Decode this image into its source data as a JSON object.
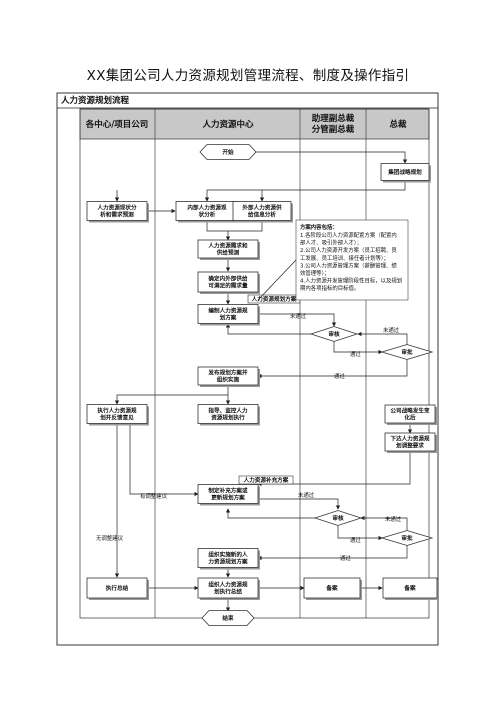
{
  "page_title": "XX集团公司人力资源规划管理流程、制度及操作指引",
  "section_title": "人力资源规划流程",
  "lanes": [
    "各中心/项目公司",
    "人力资源中心",
    "助理副总裁\n分管副总裁",
    "总裁"
  ],
  "nodes": {
    "start": "开始",
    "group_strategy": "集团战略规划",
    "center_analysis": "人力资源现状分\n析和需求预测",
    "internal_analysis": "内部人力资源现\n状分析",
    "external_analysis": "外部人力资源供\n给信息分析",
    "demand_forecast": "人力资源需求和\n供给预测",
    "determine_needs": "确定内外部供给\n可满足的需求量",
    "draft_plan": "编制人力资源规\n划方案",
    "plan_label": "人力资源规划方案",
    "review1": "审核",
    "approve1": "审批",
    "publish": "发布规划方案并\n组织实施",
    "execute_feedback": "执行人力资源规\n划并反馈意见",
    "guide": "指导、监控人力\n资源规划执行",
    "strategy_change": "公司战略发生变\n化后",
    "issue_requirements": "下达人力资源规\n划调整要求",
    "supplement_label": "人力资源补充方案",
    "supplement_plan": "制定补充方案或\n更新规划方案",
    "review2": "审核",
    "approve2": "审批",
    "implement_new": "组织实施新的人\n力资源规划方案",
    "summary": "执行总结",
    "organize_summary": "组织人力资源规\n划执行总结",
    "file1": "备案",
    "file2": "备案",
    "end": "结束"
  },
  "plan_contents": {
    "title": "方案内容包括：",
    "lines": [
      "1.各阶段公司人力资源配置方案（配置内",
      "   部人才、吸引外部人才）；",
      "2.公司人力资源开发方案（员工招聘、员",
      "   工发展、员工培训、接任者计划等）；",
      "3.公司人力资源管理方案（薪酬管理、绩",
      "   效管理等）；",
      "4.人力资源开发管理阶段性目标，以及规划",
      "   期内各项指标的目标值。"
    ]
  },
  "flow_labels": {
    "not_passed": "未通过",
    "passed": "通过",
    "has_adjust": "有调整建议",
    "no_adjust": "无调整建议"
  }
}
